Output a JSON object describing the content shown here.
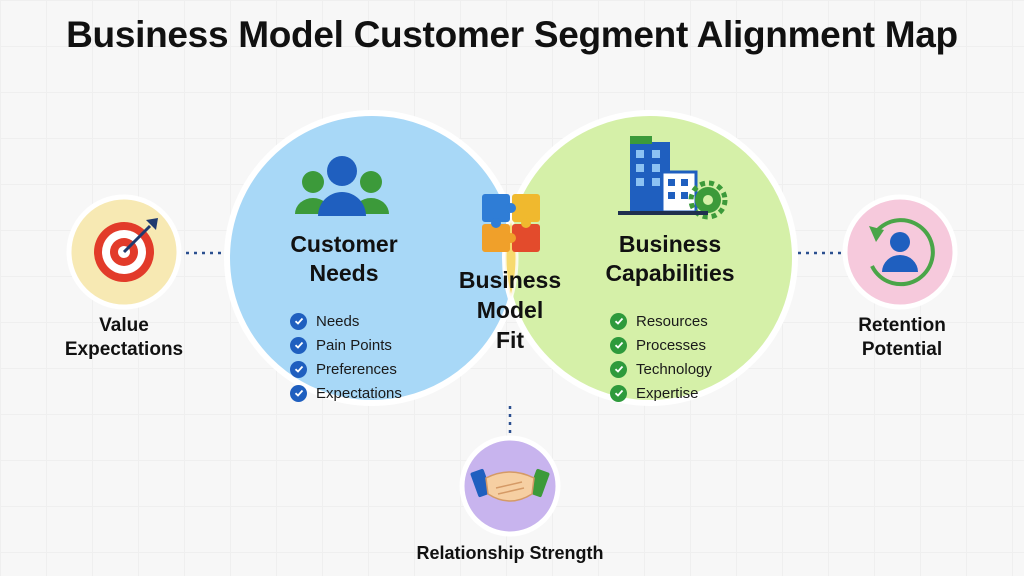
{
  "title": "Business Model Customer Segment Alignment Map",
  "left_circle": {
    "title_line1": "Customer",
    "title_line2": "Needs",
    "items": [
      "Needs",
      "Pain Points",
      "Preferences",
      "Expectations"
    ]
  },
  "center": {
    "line1": "Business",
    "line2": "Model",
    "line3": "Fit"
  },
  "right_circle": {
    "title_line1": "Business",
    "title_line2": "Capabilities",
    "items": [
      "Resources",
      "Processes",
      "Technology",
      "Expertise"
    ]
  },
  "nodes": {
    "value": {
      "line1": "Value",
      "line2": "Expectations"
    },
    "retention": {
      "line1": "Retention",
      "line2": "Potential"
    },
    "relationship": {
      "label": "Relationship Strength"
    }
  },
  "colors": {
    "left_circle": "#a8d8f7",
    "right_circle": "#d5f0a8",
    "overlap": "#f7da6e",
    "left_check": "#1f5fbf",
    "right_check": "#2e9a3c",
    "value_bg": "#f7e9b3",
    "retention_bg": "#f6c9dc",
    "relationship_bg": "#c8b4ee"
  },
  "icons": {
    "left": "people-group-icon",
    "center": "puzzle-icon",
    "right": "building-gear-icon",
    "value": "target-arrow-icon",
    "retention": "person-cycle-icon",
    "relationship": "handshake-icon"
  }
}
